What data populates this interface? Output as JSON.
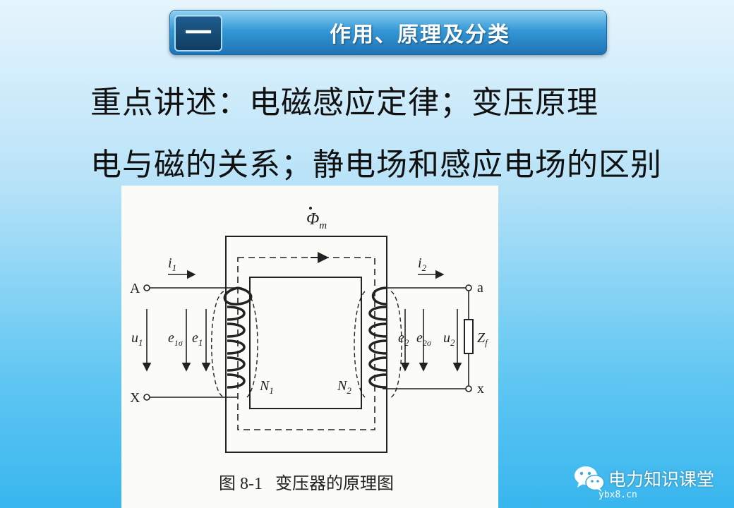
{
  "header": {
    "number": "一",
    "title": "作用、原理及分类"
  },
  "body": {
    "line1": "重点讲述：电磁感应定律；变压原理",
    "line2": "电与磁的关系；静电场和感应电场的区别"
  },
  "figure": {
    "caption": "图 8-1   变压器的原理图",
    "labels": {
      "flux": "Φ",
      "flux_sub": "m",
      "i1": "i",
      "i1_sub": "1",
      "i2": "i",
      "i2_sub": "2",
      "A": "A",
      "X": "X",
      "a": "a",
      "x": "x",
      "u1": "u",
      "u1_sub": "1",
      "e1s": "e",
      "e1s_sub": "1σ",
      "e1": "e",
      "e1_sub": "1",
      "e2": "e",
      "e2_sub": "2",
      "e2s": "e",
      "e2s_sub": "2σ",
      "u2": "u",
      "u2_sub": "2",
      "N1": "N",
      "N1_sub": "1",
      "N2": "N",
      "N2_sub": "2",
      "Zf": "Z",
      "Zf_sub": "f"
    }
  },
  "watermark": {
    "name": "电力知识课堂",
    "site": "ybx8.cn",
    "icon": "wechat-icon"
  }
}
